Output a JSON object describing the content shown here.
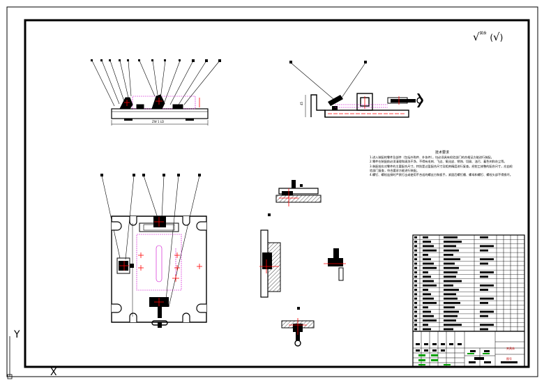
{
  "drawing": {
    "ucs": {
      "y_label": "Y",
      "x_label": "X"
    },
    "roughness": {
      "symbol": "√",
      "note": "其余",
      "bracket_open": "(",
      "bracket_check": "√",
      "bracket_close": ")"
    },
    "tech_requirements": {
      "title": "技术要求",
      "items": [
        "1.进入装配的零件及部件（包括外购件、外协件），均必须具有检验部门的合格证方能进行装配。",
        "2.零件在装配前必须清理和清洗干净，不得有毛刺、飞边、氧化皮、锈蚀、切屑、油污、着色剂和灰尘等。",
        "3.装配前应对零件的主要配合尺寸，特别是过盈配合尺寸及相关精度进行复查。经钳工修整的配合尺寸，应由检验部门复查，符合要求方能进行装配。",
        "4.螺钉、螺栓连接时严禁打击或使用不合适的螺丝刀和扳手，紧固后螺钉槽、螺母和螺钉、螺栓头部不得损坏。"
      ]
    },
    "dims": {
      "front_total": "ZW 1 LD",
      "side_height": "45"
    },
    "title_block": {
      "name_box": "夹具体",
      "no_box": "图号"
    },
    "colors": {
      "line": "#000000",
      "red": "#ff0000",
      "hidden": "#cc00cc",
      "fill": "#000000"
    }
  }
}
